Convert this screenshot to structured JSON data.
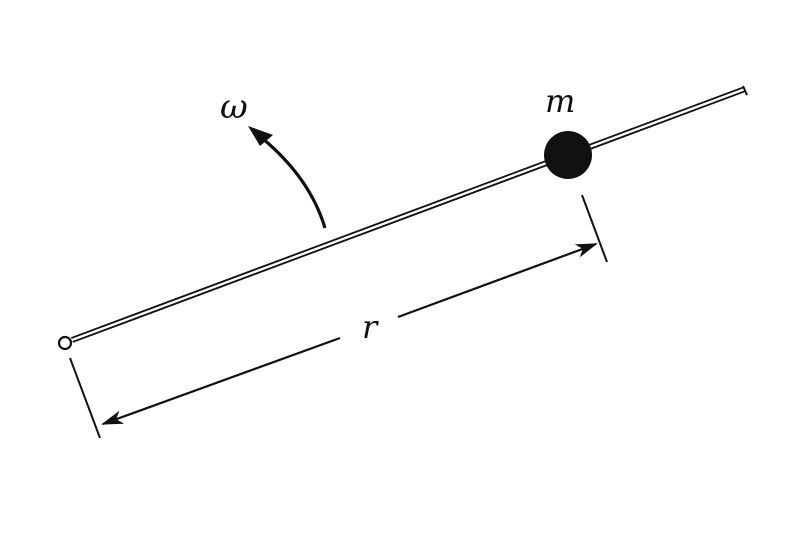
{
  "labels": {
    "omega": "ω",
    "mass": "m",
    "radius": "r"
  },
  "colors": {
    "ink": "#111111",
    "background": "#ffffff"
  }
}
